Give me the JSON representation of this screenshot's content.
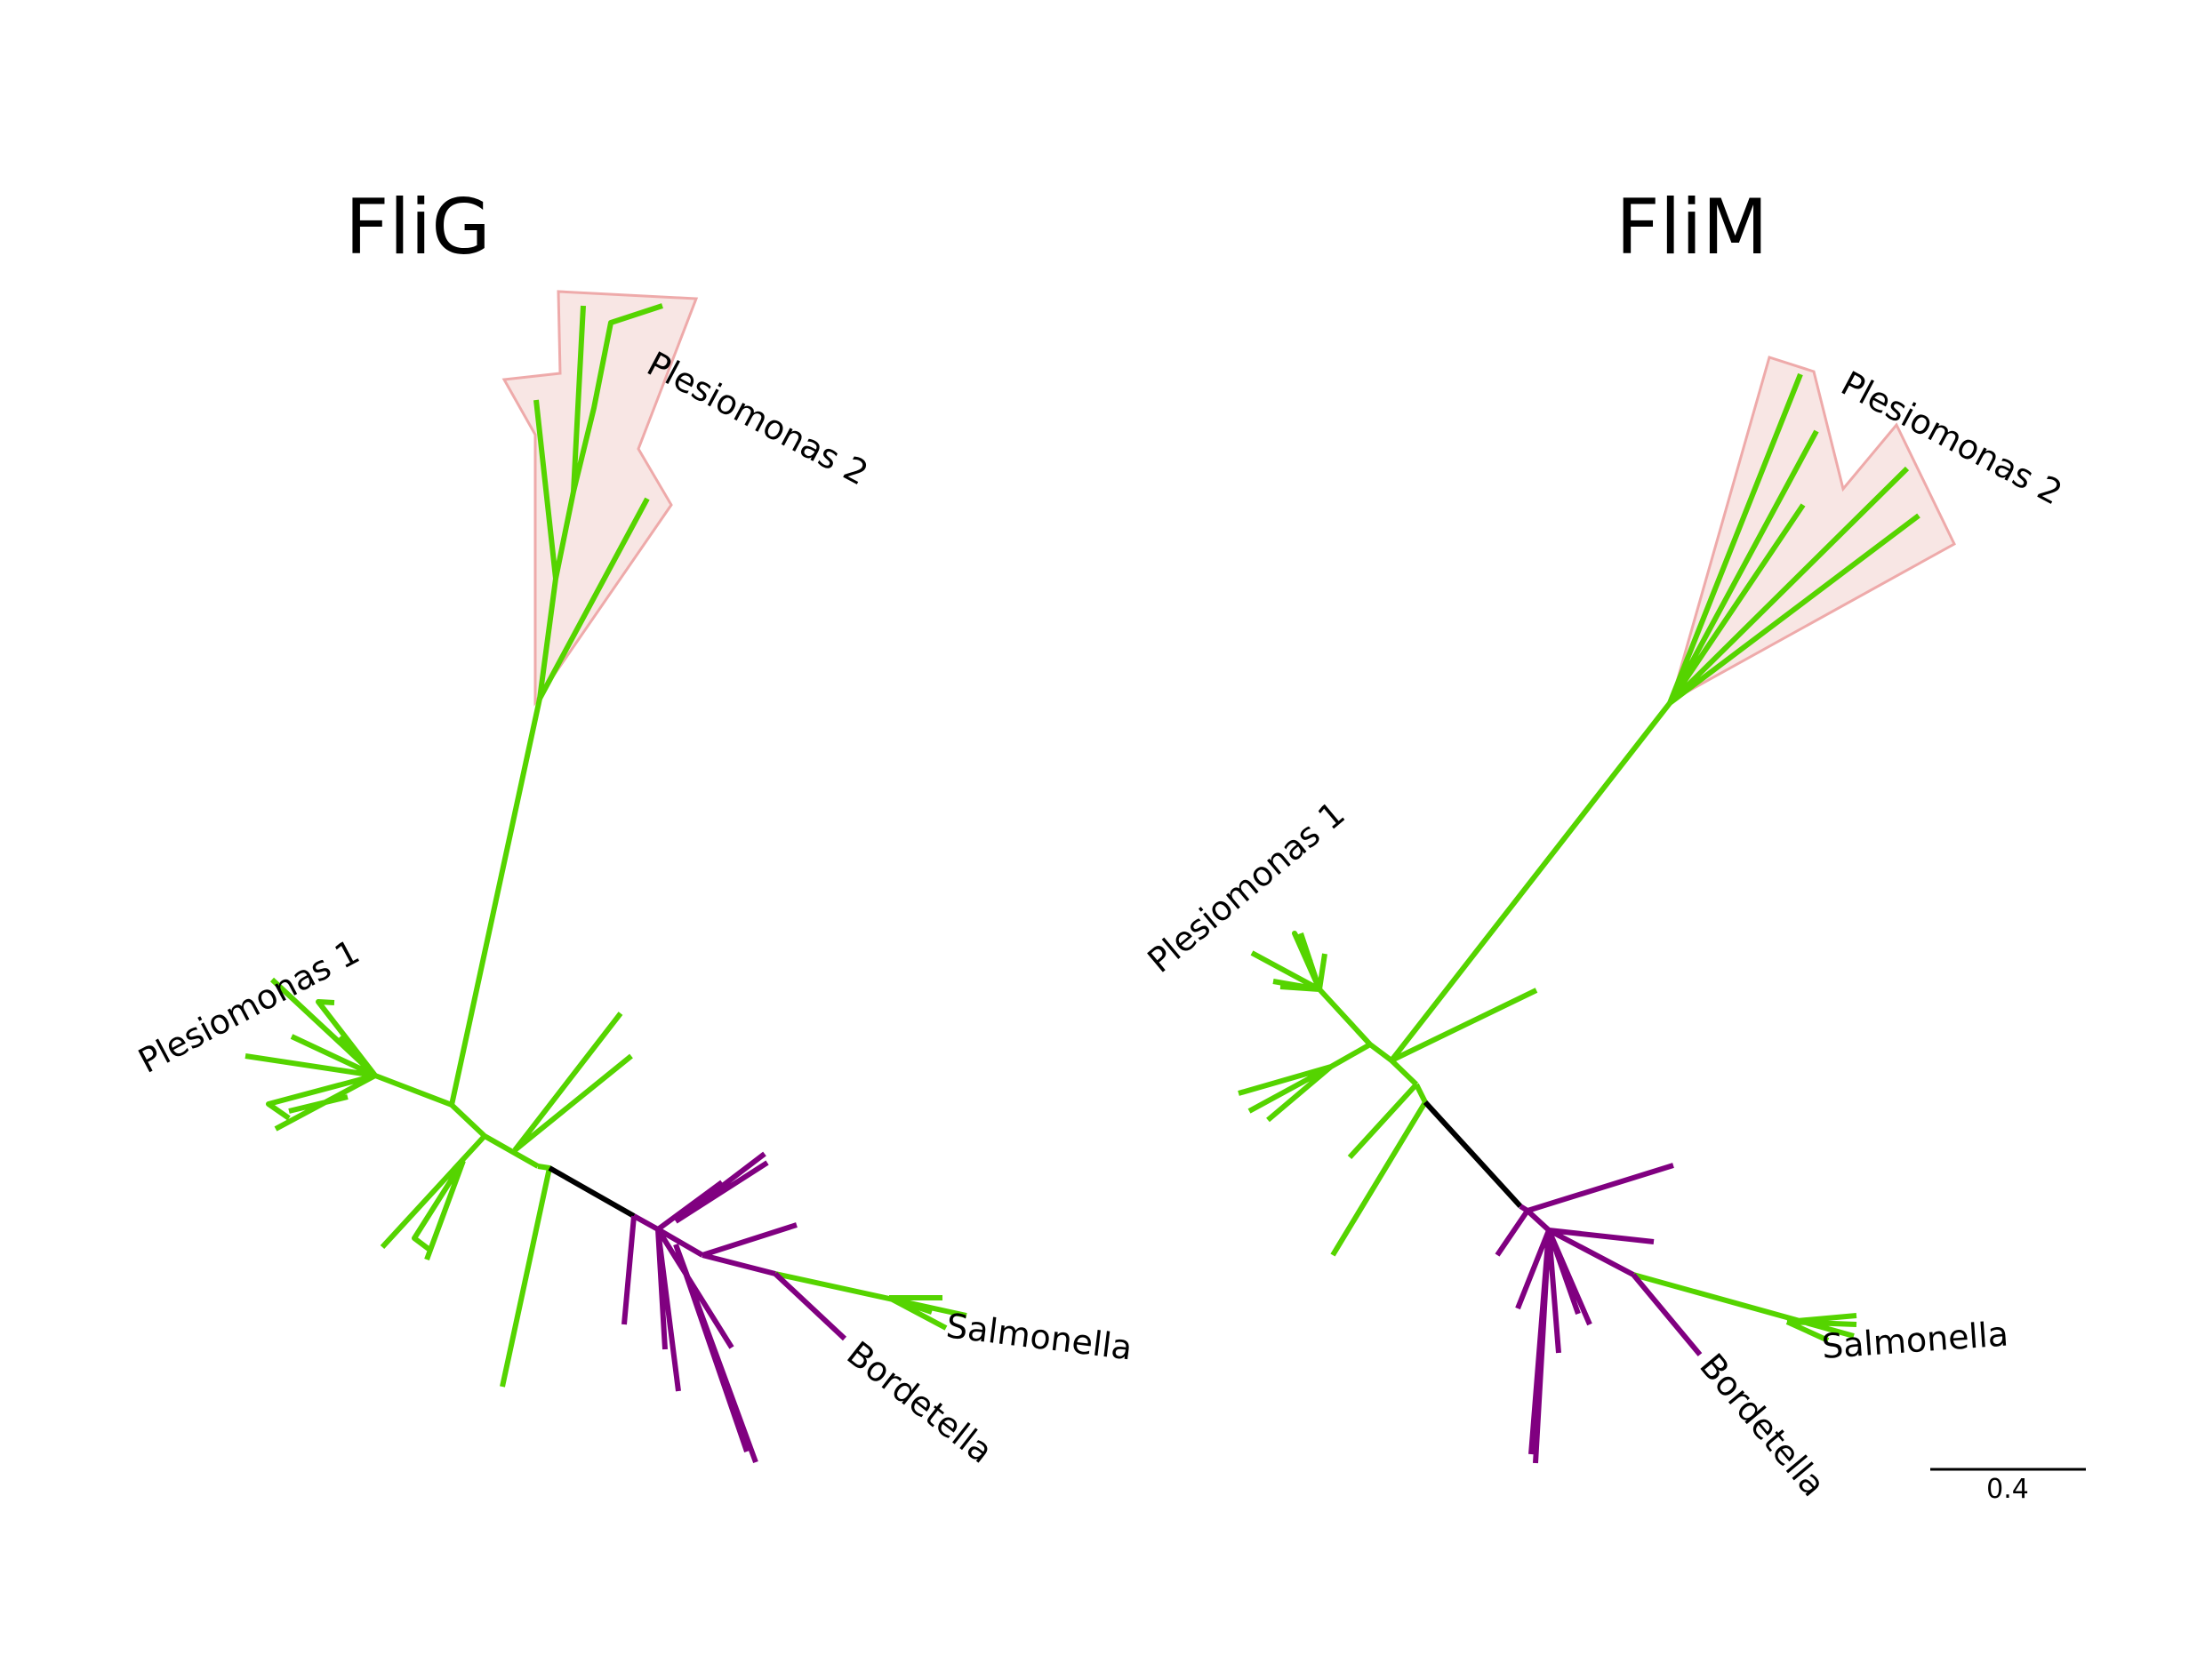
{
  "panels": [
    {
      "title": "FliG",
      "labels": {
        "plesiomonas_2": "Plesiomonas 2",
        "plesiomonas_1": "Plesiomonas 1",
        "salmonella": "Salmonella",
        "bordetella": "Bordetella"
      }
    },
    {
      "title": "FliM",
      "labels": {
        "plesiomonas_2": "Plesiomonas 2",
        "plesiomonas_1": "Plesiomonas 1",
        "salmonella": "Salmonella",
        "bordetella": "Bordetella"
      }
    }
  ],
  "scale_bar": {
    "label": "0.4"
  },
  "colors": {
    "green_clade": "#55d400",
    "purple_clade": "#800080",
    "connecting_branch": "#000000",
    "highlight_fill": "#f8e6e4",
    "highlight_stroke": "#eeaaaa"
  }
}
